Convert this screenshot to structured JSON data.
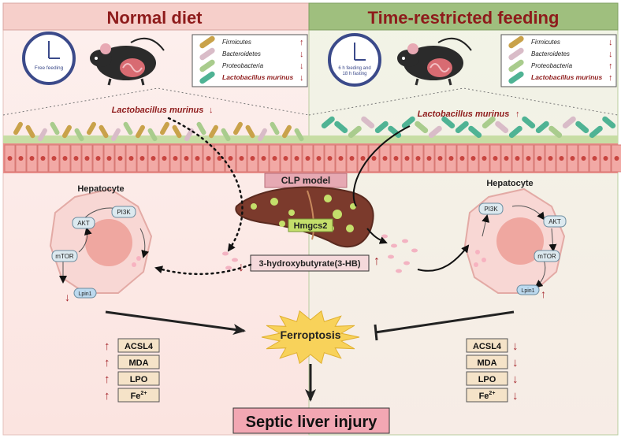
{
  "left_panel": {
    "title": "Normal diet",
    "clock_label": "Free feeding",
    "bacteria_legend": [
      {
        "name": "Firmicutes",
        "trend": "up"
      },
      {
        "name": "Bacteroidetes",
        "trend": "down"
      },
      {
        "name": "Proteobacteria",
        "trend": "down"
      },
      {
        "name": "Lactobacillus murinus",
        "trend": "down"
      }
    ],
    "lactobacillus_label": "Lactobacillus murinus",
    "lactobacillus_trend": "down",
    "hepatocyte_label": "Hepatocyte",
    "proteins": {
      "akt": "AKT",
      "pi3k": "PI3K",
      "mtor": "mTOR",
      "lpin1": "Lpin1"
    },
    "lpin1_trend": "down",
    "markers": [
      {
        "label": "ACSL4",
        "trend": "up"
      },
      {
        "label": "MDA",
        "trend": "up"
      },
      {
        "label": "LPO",
        "trend": "up"
      },
      {
        "label": "Fe",
        "sup": "2+",
        "trend": "up"
      }
    ]
  },
  "right_panel": {
    "title": "Time-restricted feeding",
    "clock_label_line1": "6 h feeding and",
    "clock_label_line2": "18 h fasting",
    "bacteria_legend": [
      {
        "name": "Firmicutes",
        "trend": "down"
      },
      {
        "name": "Bacteroidetes",
        "trend": "down"
      },
      {
        "name": "Proteobacteria",
        "trend": "up"
      },
      {
        "name": "Lactobacillus murinus",
        "trend": "up"
      }
    ],
    "lactobacillus_label": "Lactobacillus murinus",
    "lactobacillus_trend": "up",
    "hepatocyte_label": "Hepatocyte",
    "proteins": {
      "akt": "AKT",
      "pi3k": "PI3K",
      "mtor": "mTOR",
      "lpin1": "Lpin1"
    },
    "lpin1_trend": "up",
    "markers": [
      {
        "label": "ACSL4",
        "trend": "down"
      },
      {
        "label": "MDA",
        "trend": "down"
      },
      {
        "label": "LPO",
        "trend": "down"
      },
      {
        "label": "Fe",
        "sup": "2+",
        "trend": "down"
      }
    ]
  },
  "center": {
    "clp_label": "CLP model",
    "gene_label": "Hmgcs2",
    "metabolite_label": "3-hydroxybutyrate(3-HB)",
    "ferroptosis_label": "Ferroptosis",
    "outcome_label": "Septic liver injury"
  },
  "colors": {
    "left_bg": "#fbe9e7",
    "right_bg": "#eef2e2",
    "left_header": "#f6cfca",
    "right_header": "#9fbf7e",
    "title_color": "#8e1b1b",
    "arrow_red": "#a4262c",
    "firmicutes": "#c9a24a",
    "bacteroidetes": "#d9bcc8",
    "proteobacteria": "#a9cc8d",
    "lactobacillus": "#4fb394",
    "ferroptosis_star": "#f8d25a",
    "outcome_box": "#f2a7b3"
  }
}
